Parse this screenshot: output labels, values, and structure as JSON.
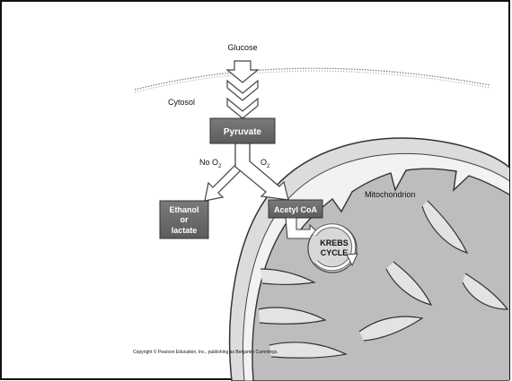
{
  "diagram": {
    "glucose": "Glucose",
    "cytosol": "Cytosol",
    "pyruvate": "Pyruvate",
    "no_o2": "No O",
    "no_o2_sub": "2",
    "o2": "O",
    "o2_sub": "2",
    "mitochondrion": "Mitochondrion",
    "ethanol_line1": "Ethanol",
    "ethanol_line2": "or",
    "ethanol_line3": "lactate",
    "acetyl_coa": "Acetyl CoA",
    "krebs_line1": "KREBS",
    "krebs_line2": "CYCLE",
    "copyright": "Copyright © Pearson Education, Inc., publishing as Benjamin Cummings."
  },
  "colors": {
    "box_fill": "#6e6e6e",
    "membrane": "#9a9a9a",
    "matrix": "#c8c8c8",
    "intermembrane": "#e6e6e6",
    "frame": "#111111"
  }
}
